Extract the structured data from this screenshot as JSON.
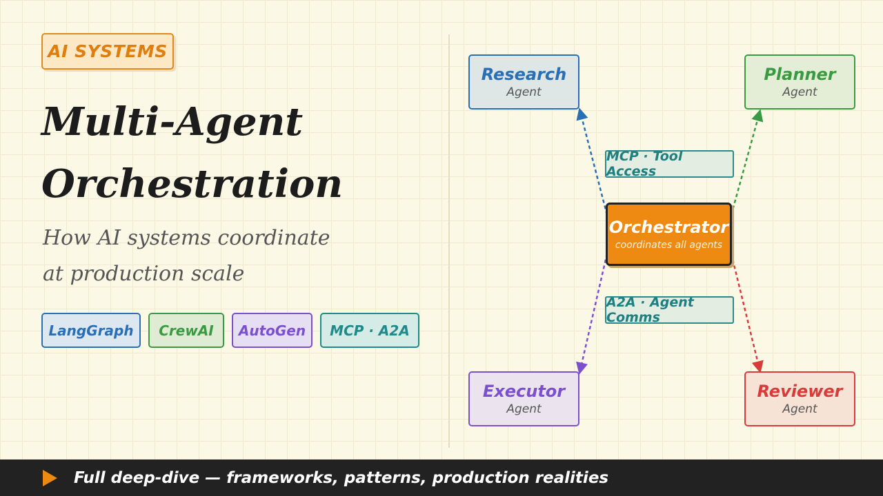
{
  "header": {
    "tag": "AI SYSTEMS",
    "title_line1": "Multi-Agent",
    "title_line2": "Orchestration",
    "subtitle_line1": "How AI systems coordinate",
    "subtitle_line2": "at production scale"
  },
  "chips": {
    "langgraph": "LangGraph",
    "crewai": "CrewAI",
    "autogen": "AutoGen",
    "mcp_a2a": "MCP · A2A"
  },
  "diagram": {
    "orchestrator": {
      "name": "Orchestrator",
      "subtitle": "coordinates all agents"
    },
    "agents": {
      "research": {
        "name": "Research",
        "role": "Agent"
      },
      "planner": {
        "name": "Planner",
        "role": "Agent"
      },
      "executor": {
        "name": "Executor",
        "role": "Agent"
      },
      "reviewer": {
        "name": "Reviewer",
        "role": "Agent"
      }
    },
    "labels": {
      "mcp": "MCP · Tool Access",
      "a2a": "A2A · Agent Comms"
    }
  },
  "footer": {
    "text": "Full deep-dive — frameworks, patterns, production realities"
  },
  "colors": {
    "accent": "#ee8a12",
    "research": "#2a6eb5",
    "planner": "#3a9a42",
    "executor": "#7c4fd0",
    "reviewer": "#d93a3a",
    "label": "#1e8a8a"
  }
}
